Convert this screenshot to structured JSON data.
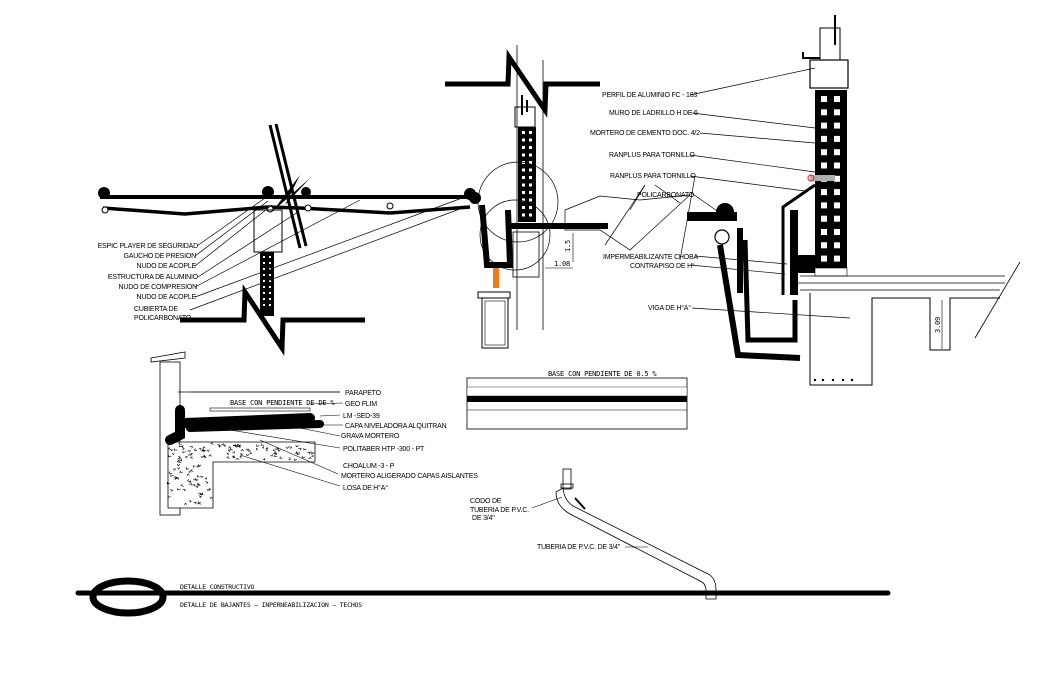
{
  "drawing": {
    "title_block": {
      "line1": "DETALLE CONSTRUCTIVO",
      "line2": "DETALLE DE BAJANTES  —  INPERNEABILIZACION  —  TECHOS"
    },
    "skylight_detail": {
      "labels": [
        "ESPIC PLAYER DE SEGURIDAD",
        "GAUCHO DE PRESION",
        "NUDO DE ACOPLE",
        "ESTRUCTURA  DE ALUMINIO",
        "NUDO  DE  COMPRESION",
        "NUDO DE ACOPLE",
        "CUBIERTA DE",
        "POLICARBONATO"
      ]
    },
    "wall_detail": {
      "labels": [
        "PERFIL DE ALUMINIO FC - 183",
        "MURO DE LADRILLO H DE 6",
        "MORTERO DE CEMENTO DOC. 4/2",
        "RANPLUS PARA TORNILLO",
        "RANPLUS PARA TORNILLO",
        "POLICARBONATO",
        "IMPERMEABILIZANTE CHOBA",
        "CONTRAPISO DE H°",
        "VIGA DE H°A°"
      ],
      "dimensions": {
        "beam_height": "3.09",
        "small_height": "1.5",
        "small_width": "1.08"
      }
    },
    "roof_layers_detail": {
      "heading": "BASE  CON  PENDIENTE  DE  DE  %",
      "labels": [
        "PARAPETO",
        "GEO FLIM",
        "LM -SED-39",
        "CAPA NIVELADORA ALQUITRAN",
        "GRAVA MORTERO",
        "POLITABER HTP -300 - PT",
        "CHOALUM -3 - P",
        "MORTERO ALIGERADO CAPAS AISLANTES",
        "LOSA DE H°A°"
      ]
    },
    "slope_detail": {
      "heading": "BASE  CON  PENDIENTE  DE  0.5  %"
    },
    "pipe_detail": {
      "elbow_label": [
        "CODO DE",
        "TUBERIA DE P.V.C.",
        "DE 3/4\""
      ],
      "pipe_label": "TUBERIA DE P.V.C. DE 3/4\""
    },
    "colors": {
      "ink": "#000000",
      "accent_orange": "#f07a1a",
      "anchor_red": "#e03030",
      "anchor_gray": "#b0b0b0"
    }
  }
}
